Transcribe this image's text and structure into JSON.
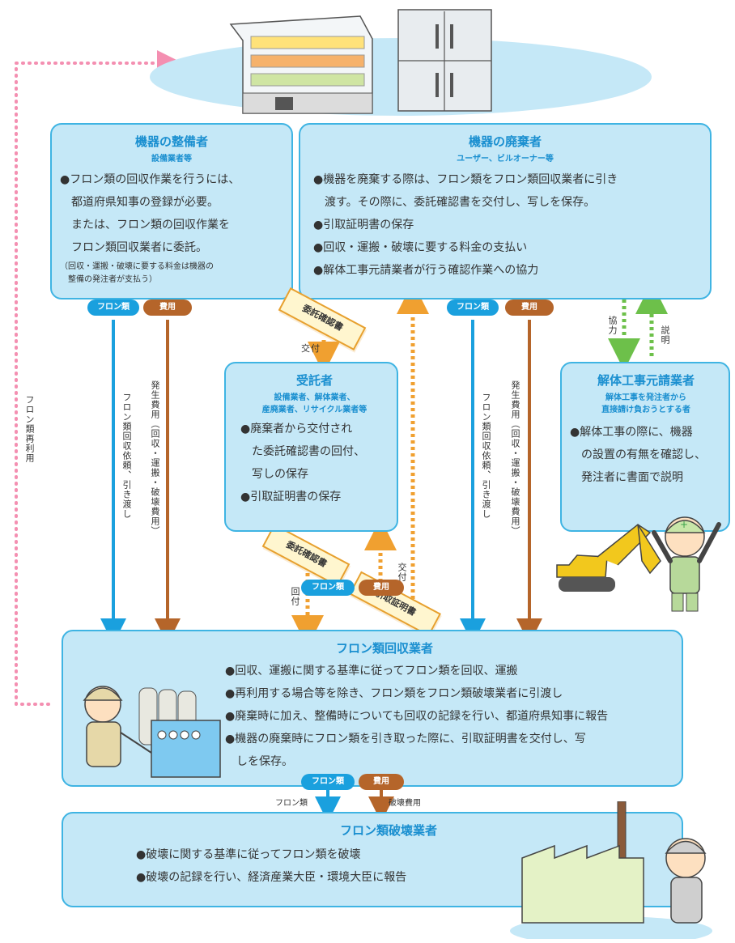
{
  "equipment_owner": {
    "title": "機器の整備者",
    "subtitle": "設備業者等",
    "lines": [
      "●フロン類の回収作業を行うには、",
      "都道府県知事の登録が必要。",
      "または、フロン類の回収作業を",
      "フロン類回収業者に委託。"
    ],
    "note": [
      "（回収・運搬・破壊に要する料金は機器の",
      "整備の発注者が支払う）"
    ]
  },
  "disposer": {
    "title": "機器の廃棄者",
    "subtitle": "ユーザー、ビルオーナー等",
    "lines": [
      "●機器を廃棄する際は、フロン類をフロン類回収業者に引き",
      "渡す。その際に、委託確認書を交付し、写しを保存。",
      "●引取証明書の保存",
      "●回収・運搬・破壊に要する料金の支払い",
      "●解体工事元請業者が行う確認作業への協力"
    ]
  },
  "trustee": {
    "title": "受託者",
    "subtitle": [
      "設備業者、解体業者、",
      "産廃業者、リサイクル業者等"
    ],
    "lines": [
      "●廃棄者から交付され",
      "た委託確認書の回付、",
      "写しの保存",
      "●引取証明書の保存"
    ]
  },
  "demolition": {
    "title": "解体工事元請業者",
    "subtitle": [
      "解体工事を発注者から",
      "直接請け負おうとする者"
    ],
    "lines": [
      "●解体工事の際に、機器",
      "の設置の有無を確認し、",
      "発注者に書面で説明"
    ]
  },
  "collector": {
    "title": "フロン類回収業者",
    "lines": [
      "●回収、運搬に関する基準に従ってフロン類を回収、運搬",
      "●再利用する場合等を除き、フロン類をフロン類破壊業者に引渡し",
      "●廃棄時に加え、整備時についても回収の記録を行い、都道府県知事に報告",
      "●機器の廃棄時にフロン類を引き取った際に、引取証明書を交付し、写",
      "しを保存。"
    ]
  },
  "destroyer": {
    "title": "フロン類破壊業者",
    "lines": [
      "●破壊に関する基準に従ってフロン類を破壊",
      "●破壊の記録を行い、経済産業大臣・環境大臣に報告"
    ]
  },
  "labels": {
    "pill_freon": "フロン類",
    "pill_fee": "費用",
    "reuse": "フロン類再利用",
    "request": "フロン類回収依頼、引き渡し",
    "fee_detail": "発生費用（回収・運搬・破壊費用）",
    "consign_doc": "委託確認書",
    "issue": "交付",
    "circulate": "回付",
    "receipt_doc": "引取証明書",
    "cooperate": "協力",
    "explain": "説明",
    "freon_small": "フロン類",
    "destroy_fee": "破壊費用"
  },
  "colors": {
    "box_fill": "#c5e8f7",
    "box_border": "#3fb4e3",
    "title": "#1a8fd0",
    "freon_arrow": "#1aa0de",
    "fee_arrow": "#b5652a",
    "doc_arrow": "#f0a030",
    "coop_arrow": "#6dc04a",
    "reuse_arrow": "#f48fb1"
  }
}
